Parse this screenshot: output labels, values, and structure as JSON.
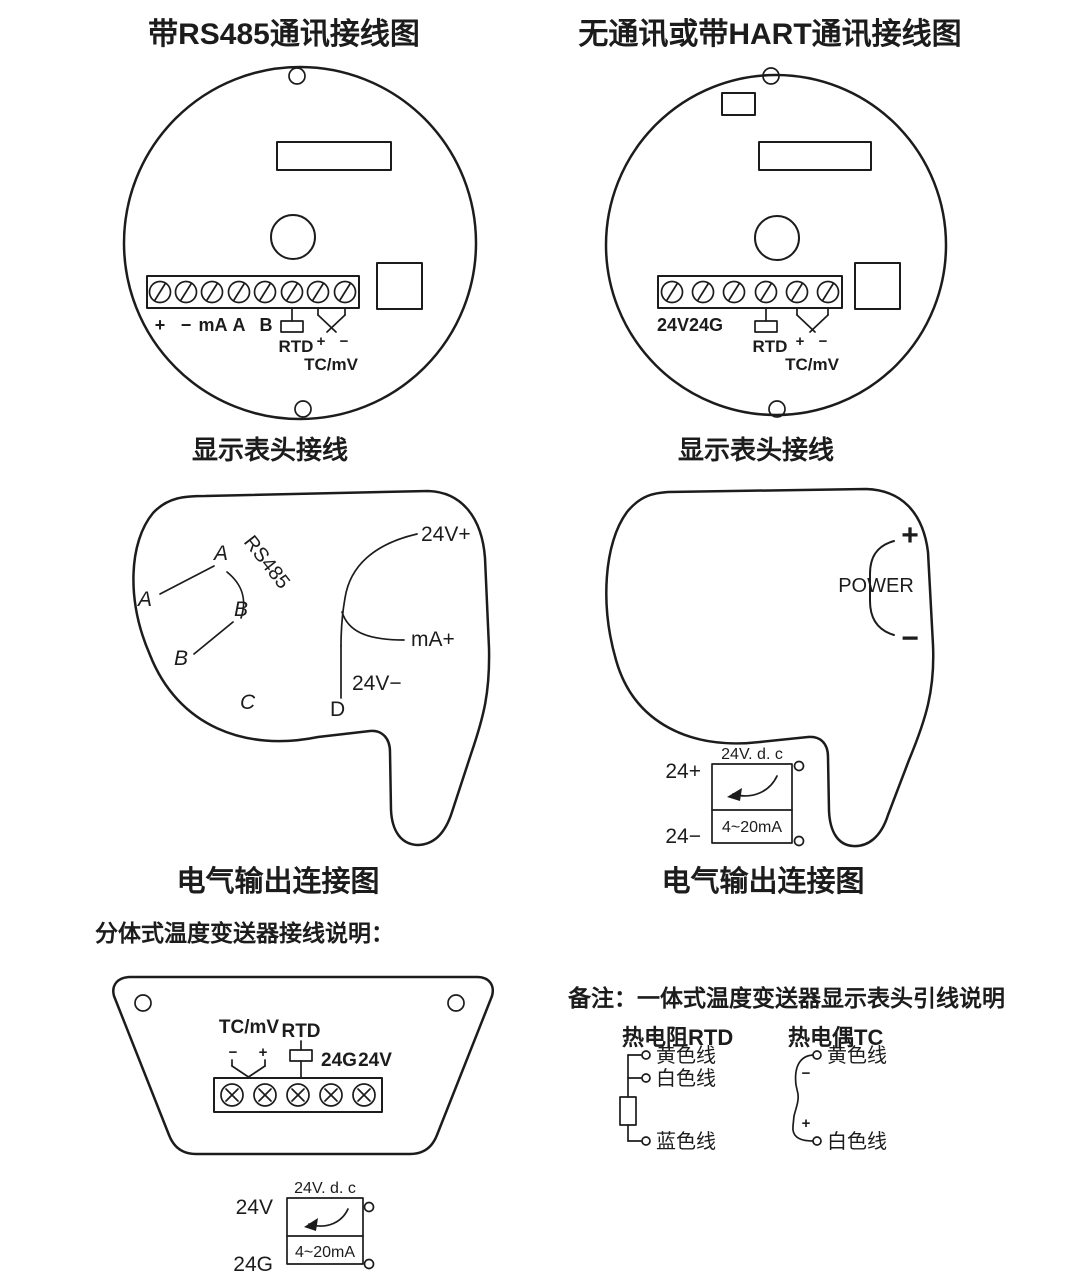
{
  "page": {
    "background": "#ffffff",
    "line_color": "#1c1c1c"
  },
  "rs485_head": {
    "title": "带RS485通讯接线图",
    "caption": "显示表头接线",
    "terminals": [
      "+",
      "−",
      "mA",
      "A",
      "B"
    ],
    "rtd": "RTD",
    "tc_plus": "+",
    "tc_minus": "−",
    "tcmv": "TC/mV"
  },
  "hart_head": {
    "title": "无通讯或带HART通讯接线图",
    "caption": "显示表头接线",
    "terminals": [
      "24V",
      "24G"
    ],
    "rtd": "RTD",
    "tc_plus": "+",
    "tc_minus": "−",
    "tcmv": "TC/mV"
  },
  "rs485_output": {
    "caption": "电气输出连接图",
    "bus": "RS485",
    "a_inner": "A",
    "a_outer": "A",
    "b_inner": "B",
    "b_outer": "B",
    "c": "C",
    "d": "D",
    "v_plus": "24V+",
    "ma_plus": "mA+",
    "v_minus": "24V−"
  },
  "power_output": {
    "caption": "电气输出连接图",
    "power": "POWER",
    "plus": "+",
    "minus": "−",
    "loop": {
      "supply": "24V. d. c",
      "range": "4~20mA",
      "pos": "24+",
      "neg": "24−"
    }
  },
  "split": {
    "title": "分体式温度变送器接线说明：",
    "tcmv": "TC/mV",
    "rtd": "RTD",
    "minus": "−",
    "plus": "+",
    "gnd": "24G",
    "pwr": "24V",
    "loop": {
      "supply": "24V. d. c",
      "range": "4~20mA",
      "pos": "24V",
      "neg": "24G"
    }
  },
  "remark": {
    "title": "备注：一体式温度变送器显示表头引线说明",
    "rtd_heading": "热电阻RTD",
    "tc_heading": "热电偶TC",
    "rtd_wires": [
      "黄色线",
      "白色线",
      "蓝色线"
    ],
    "tc_wires": [
      "黄色线",
      "白色线"
    ],
    "minus": "−",
    "plus": "+"
  }
}
